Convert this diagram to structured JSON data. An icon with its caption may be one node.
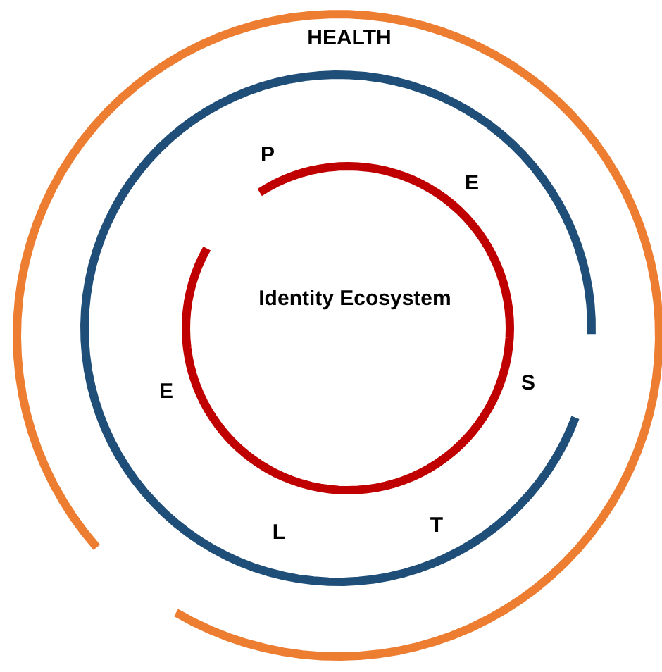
{
  "diagram": {
    "nodes": [
      {
        "text": [
          "HEALTH"
        ]
      },
      {
        "text": [],
        "shape": "circle",
        "in": 0
      },
      {
        "text": [
          "Identity Ecosystem"
        ],
        "in": 1
      }
    ],
    "labels": [
      "P",
      "E",
      "S",
      "T",
      "L",
      "E"
    ]
  }
}
